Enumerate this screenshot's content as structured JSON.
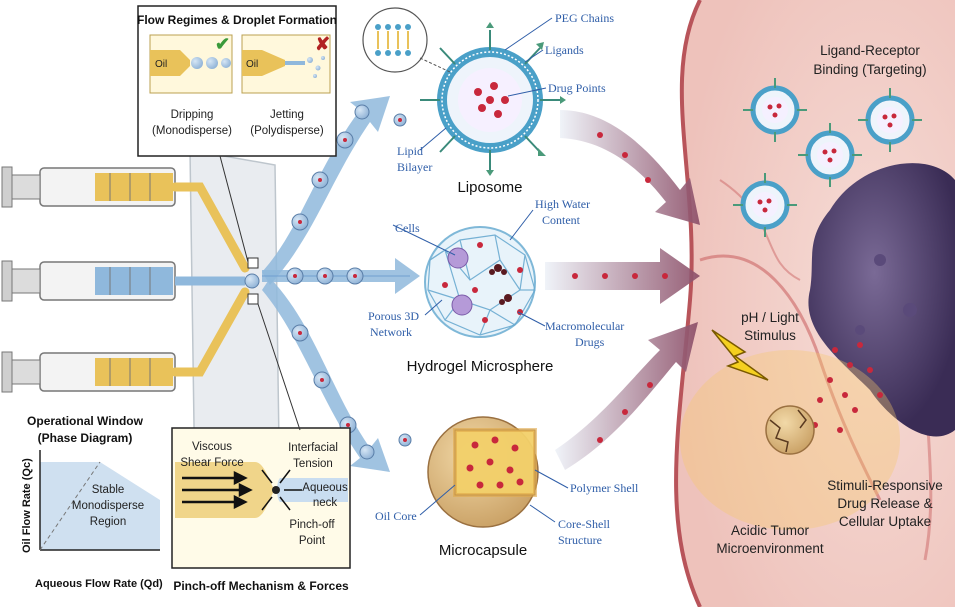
{
  "flow_regimes": {
    "title": "Flow Regimes & Droplet Formation",
    "oil_label_1": "Oil",
    "oil_label_2": "Oil",
    "dripping_line1": "Dripping",
    "dripping_line2": "(Monodisperse)",
    "jetting_line1": "Jetting",
    "jetting_line2": "(Polydisperse)",
    "check_color": "#3a9a3a",
    "cross_color": "#b22222"
  },
  "phase_diagram": {
    "title_line1": "Operational Window",
    "title_line2": "(Phase Diagram)",
    "region_line1": "Stable",
    "region_line2": "Monodisperse",
    "region_line3": "Region",
    "ylabel": "Oil Flow Rate (Qc)",
    "xlabel": "Aqueous Flow Rate (Qd)"
  },
  "pinch_off": {
    "title": "Pinch-off Mechanism & Forces",
    "viscous_line1": "Viscous",
    "viscous_line2": "Shear Force",
    "interfacial_line1": "Interfacial",
    "interfacial_line2": "Tension",
    "aqueous_line1": "Aqueous",
    "aqueous_line2": "neck",
    "pinch_line1": "Pinch-off",
    "pinch_line2": "Point"
  },
  "liposome": {
    "name": "Liposome",
    "peg": "PEG Chains",
    "ligands": "Ligands",
    "drug_points": "Drug Points",
    "lipid_line1": "Lipid",
    "lipid_line2": "Bilayer"
  },
  "hydrogel": {
    "name": "Hydrogel Microsphere",
    "cells": "Cells",
    "water_line1": "High Water",
    "water_line2": "Content",
    "porous_line1": "Porous 3D",
    "porous_line2": "Network",
    "macro_line1": "Macromolecular",
    "macro_line2": "Drugs"
  },
  "microcapsule": {
    "name": "Microcapsule",
    "oil_core": "Oil Core",
    "polymer_shell": "Polymer Shell",
    "core_line1": "Core-Shell",
    "core_line2": "Structure"
  },
  "tumor": {
    "binding_line1": "Ligand-Receptor",
    "binding_line2": "Binding (Targeting)",
    "stimulus_line1": "pH / Light",
    "stimulus_line2": "Stimulus",
    "release_line1": "Stimuli-Responsive",
    "release_line2": "Drug Release &",
    "release_line3": "Cellular Uptake",
    "acidic_line1": "Acidic Tumor",
    "acidic_line2": "Microenvironment"
  },
  "colors": {
    "oil": "#e9c25a",
    "aqueous": "#8fb8dc",
    "flow_arrow": "#6f9fcf",
    "drug": "#c8283c",
    "tumor": "#4a3a66",
    "tissue": "#f3d2cc"
  }
}
